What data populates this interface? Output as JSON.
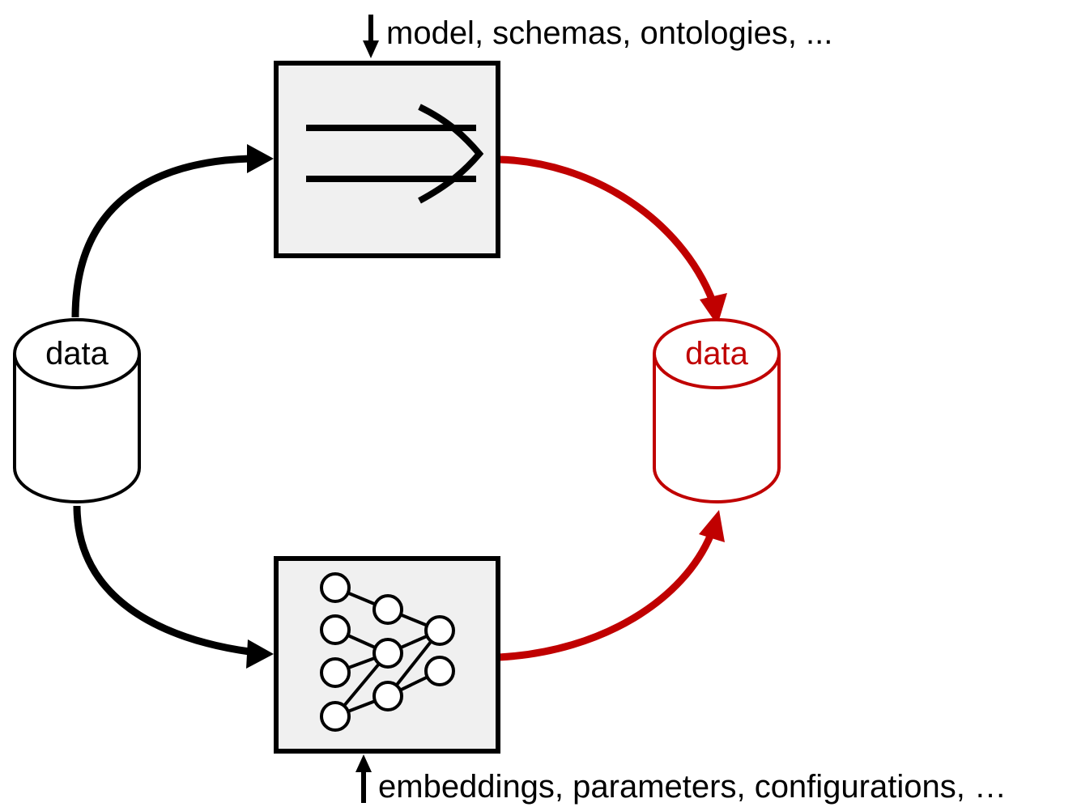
{
  "top_annotation": "model, schemas, ontologies, ...",
  "bottom_annotation": "embeddings,  parameters, configurations, …",
  "source_db": {
    "label": "data"
  },
  "target_db": {
    "label": "data"
  },
  "colors": {
    "ink": "#000000",
    "accent": "#c00000",
    "box_fill": "#f0f0f0"
  },
  "boxes": {
    "top": {
      "icon": "double-arrow-icon"
    },
    "bottom": {
      "icon": "neural-network-icon"
    }
  }
}
